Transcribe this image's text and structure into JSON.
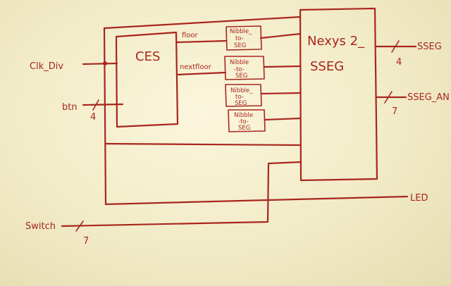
{
  "colors": {
    "ink": "#a8261e",
    "paper": "#f3ecc8"
  },
  "blocks": {
    "ces": {
      "label": "CES"
    },
    "nexys": {
      "label_line1": "Nexys 2_",
      "label_line2": "SSEG"
    },
    "nibble1": {
      "line1": "Nibble_",
      "line2": "to-",
      "line3": "SEG"
    },
    "nibble2": {
      "line1": "Nibble",
      "line2": "-to-",
      "line3": "SEG"
    },
    "nibble3": {
      "line1": "Nibble_",
      "line2": "to-",
      "line3": "SEG"
    },
    "nibble4": {
      "line1": "Nibble",
      "line2": "-to-",
      "line3": "SEG"
    }
  },
  "signals": {
    "clk_div": "Clk_Div",
    "btn": "btn",
    "btn_width": "4",
    "floor": "floor",
    "nextfloor": "nextfloor",
    "sseg": "SSEG",
    "sseg_width": "4",
    "sseg_an": "SSEG_AN",
    "sseg_an_width": "7",
    "led": "LED",
    "switch": "Switch",
    "switch_width": "7"
  }
}
